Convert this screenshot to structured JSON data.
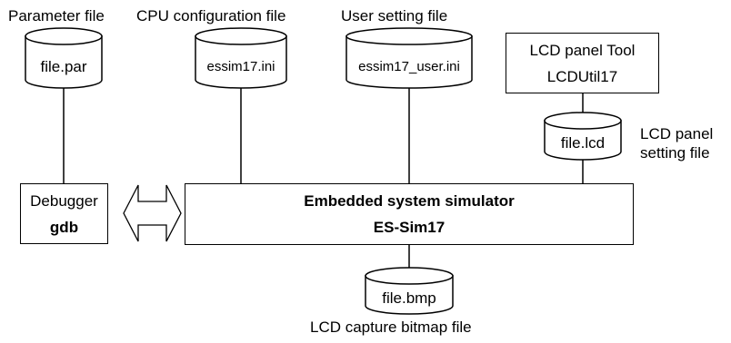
{
  "labels": {
    "parameter_file": "Parameter file",
    "cpu_config_file": "CPU configuration file",
    "user_setting_file": "User setting file",
    "lcd_panel_setting_line1": "LCD panel",
    "lcd_panel_setting_line2": "setting file",
    "lcd_capture": "LCD capture bitmap file"
  },
  "cylinders": {
    "par": "file.par",
    "ini": "essim17.ini",
    "user_ini": "essim17_user.ini",
    "lcd": "file.lcd",
    "bmp": "file.bmp"
  },
  "boxes": {
    "lcd_tool": {
      "line1": "LCD panel Tool",
      "line2": "LCDUtil17"
    },
    "debugger": {
      "line1": "Debugger",
      "line2": "gdb"
    },
    "simulator": {
      "line1": "Embedded system simulator",
      "line2": "ES-Sim17"
    }
  }
}
